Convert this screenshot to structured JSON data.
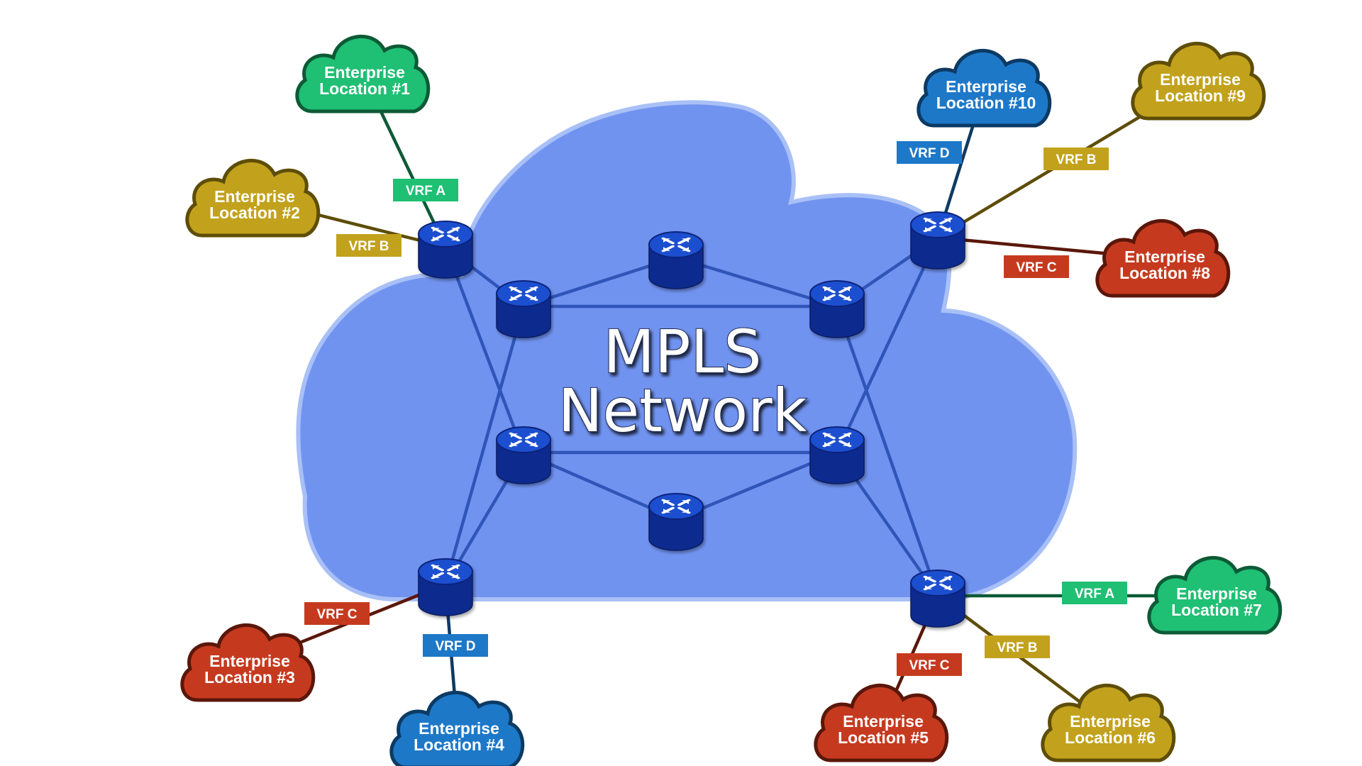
{
  "title": {
    "line1": "MPLS",
    "line2": "Network"
  },
  "colors": {
    "cloud_fill": "#7193f0",
    "cloud_edge": "#a9c0f7",
    "core_link": "#2f55b8",
    "router_top": "#1f4fcf",
    "router_body": "#0b2c8e",
    "green": "#1fbf74",
    "yellow": "#c2a21c",
    "blue": "#1d78c8",
    "red": "#c53a1f"
  },
  "sites": [
    {
      "id": "s1",
      "line1": "Enterprise",
      "line2": "Location #1",
      "color": "green"
    },
    {
      "id": "s2",
      "line1": "Enterprise",
      "line2": "Location #2",
      "color": "yellow"
    },
    {
      "id": "s3",
      "line1": "Enterprise",
      "line2": "Location #3",
      "color": "red"
    },
    {
      "id": "s4",
      "line1": "Enterprise",
      "line2": "Location #4",
      "color": "blue"
    },
    {
      "id": "s5",
      "line1": "Enterprise",
      "line2": "Location #5",
      "color": "red"
    },
    {
      "id": "s6",
      "line1": "Enterprise",
      "line2": "Location #6",
      "color": "yellow"
    },
    {
      "id": "s7",
      "line1": "Enterprise",
      "line2": "Location #7",
      "color": "green"
    },
    {
      "id": "s8",
      "line1": "Enterprise",
      "line2": "Location #8",
      "color": "red"
    },
    {
      "id": "s9",
      "line1": "Enterprise",
      "line2": "Location #9",
      "color": "yellow"
    },
    {
      "id": "s10",
      "line1": "Enterprise",
      "line2": "Location #10",
      "color": "blue"
    }
  ],
  "vrfs": [
    {
      "label": "VRF A",
      "color": "green",
      "router": "pe_tl",
      "site": "s1"
    },
    {
      "label": "VRF B",
      "color": "yellow",
      "router": "pe_tl",
      "site": "s2"
    },
    {
      "label": "VRF C",
      "color": "red",
      "router": "pe_bl",
      "site": "s3"
    },
    {
      "label": "VRF D",
      "color": "blue",
      "router": "pe_bl",
      "site": "s4"
    },
    {
      "label": "VRF C",
      "color": "red",
      "router": "pe_br",
      "site": "s5"
    },
    {
      "label": "VRF B",
      "color": "yellow",
      "router": "pe_br",
      "site": "s6"
    },
    {
      "label": "VRF A",
      "color": "green",
      "router": "pe_br",
      "site": "s7"
    },
    {
      "label": "VRF C",
      "color": "red",
      "router": "pe_tr",
      "site": "s8"
    },
    {
      "label": "VRF B",
      "color": "yellow",
      "router": "pe_tr",
      "site": "s9"
    },
    {
      "label": "VRF D",
      "color": "blue",
      "router": "pe_tr",
      "site": "s10"
    }
  ],
  "routers": [
    {
      "id": "pe_tl",
      "role": "edge"
    },
    {
      "id": "pe_tr",
      "role": "edge"
    },
    {
      "id": "pe_bl",
      "role": "edge"
    },
    {
      "id": "pe_br",
      "role": "edge"
    },
    {
      "id": "p_top",
      "role": "core"
    },
    {
      "id": "p_ul",
      "role": "core"
    },
    {
      "id": "p_ur",
      "role": "core"
    },
    {
      "id": "p_ll",
      "role": "core"
    },
    {
      "id": "p_lr",
      "role": "core"
    },
    {
      "id": "p_bot",
      "role": "core"
    }
  ],
  "core_links": [
    [
      "pe_tl",
      "p_ul"
    ],
    [
      "pe_tl",
      "p_ll"
    ],
    [
      "p_ul",
      "p_top"
    ],
    [
      "p_top",
      "p_ur"
    ],
    [
      "p_ul",
      "p_ur"
    ],
    [
      "p_ul",
      "pe_bl"
    ],
    [
      "pe_tr",
      "p_ur"
    ],
    [
      "pe_tr",
      "p_lr"
    ],
    [
      "p_ur",
      "pe_br"
    ],
    [
      "p_ll",
      "p_lr"
    ],
    [
      "p_ll",
      "p_bot"
    ],
    [
      "p_bot",
      "p_lr"
    ],
    [
      "p_ll",
      "pe_bl"
    ],
    [
      "p_lr",
      "pe_br"
    ]
  ]
}
